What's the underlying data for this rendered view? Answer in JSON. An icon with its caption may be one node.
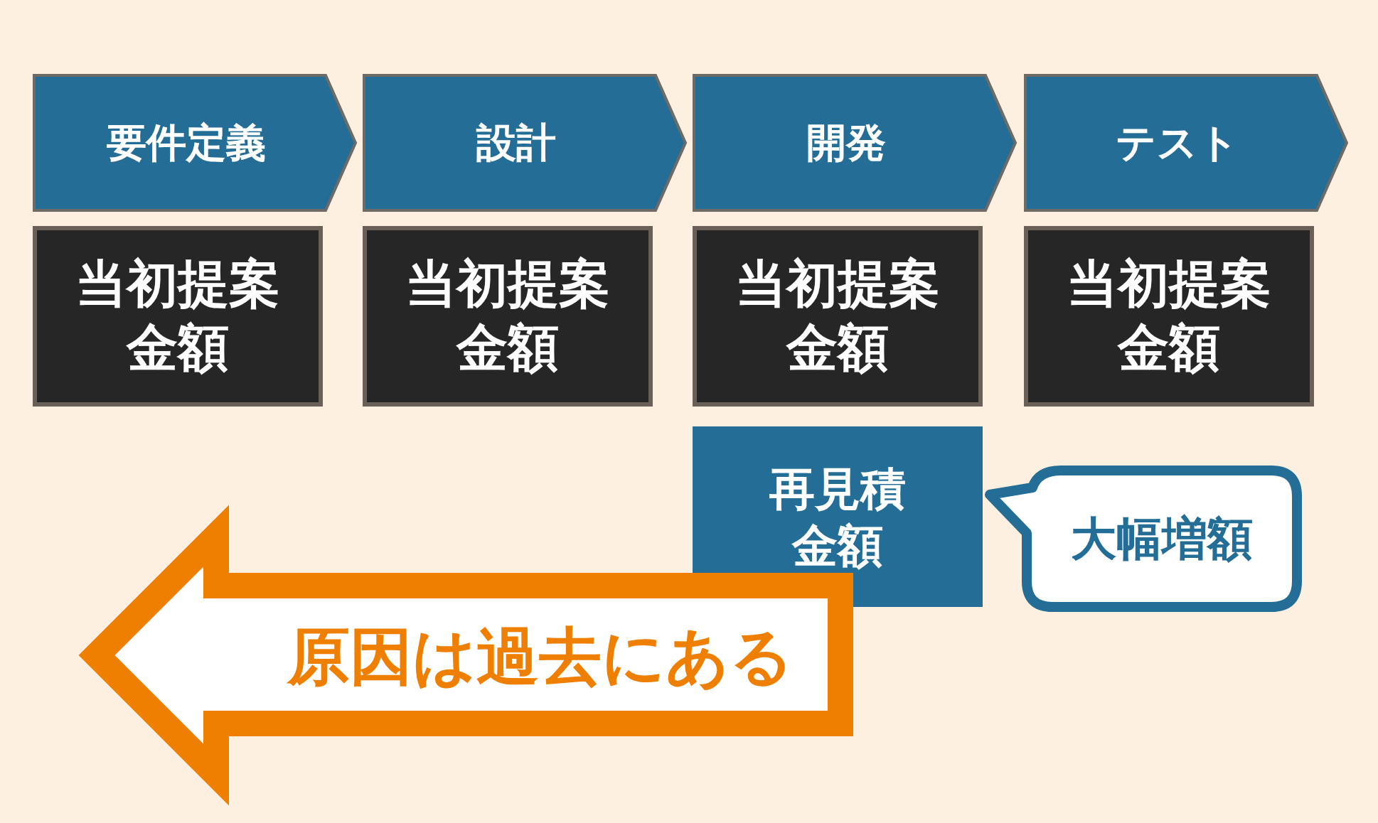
{
  "diagram": {
    "nodes": [
      {
        "text": [
          "要件定義"
        ]
      },
      {
        "text": [
          "設計"
        ]
      },
      {
        "text": [
          "開発"
        ]
      },
      {
        "text": [
          "テスト"
        ]
      },
      {
        "text": [
          "当初提案金額"
        ]
      },
      {
        "text": [
          "当初提案金額"
        ]
      },
      {
        "text": [
          "当初提案金額"
        ]
      },
      {
        "text": [
          "当初提案金額"
        ]
      },
      {
        "text": [
          "再見積金額"
        ]
      },
      {
        "text": [
          "大幅増額"
        ]
      },
      {
        "text": [
          "原因は過去にある"
        ]
      }
    ]
  }
}
